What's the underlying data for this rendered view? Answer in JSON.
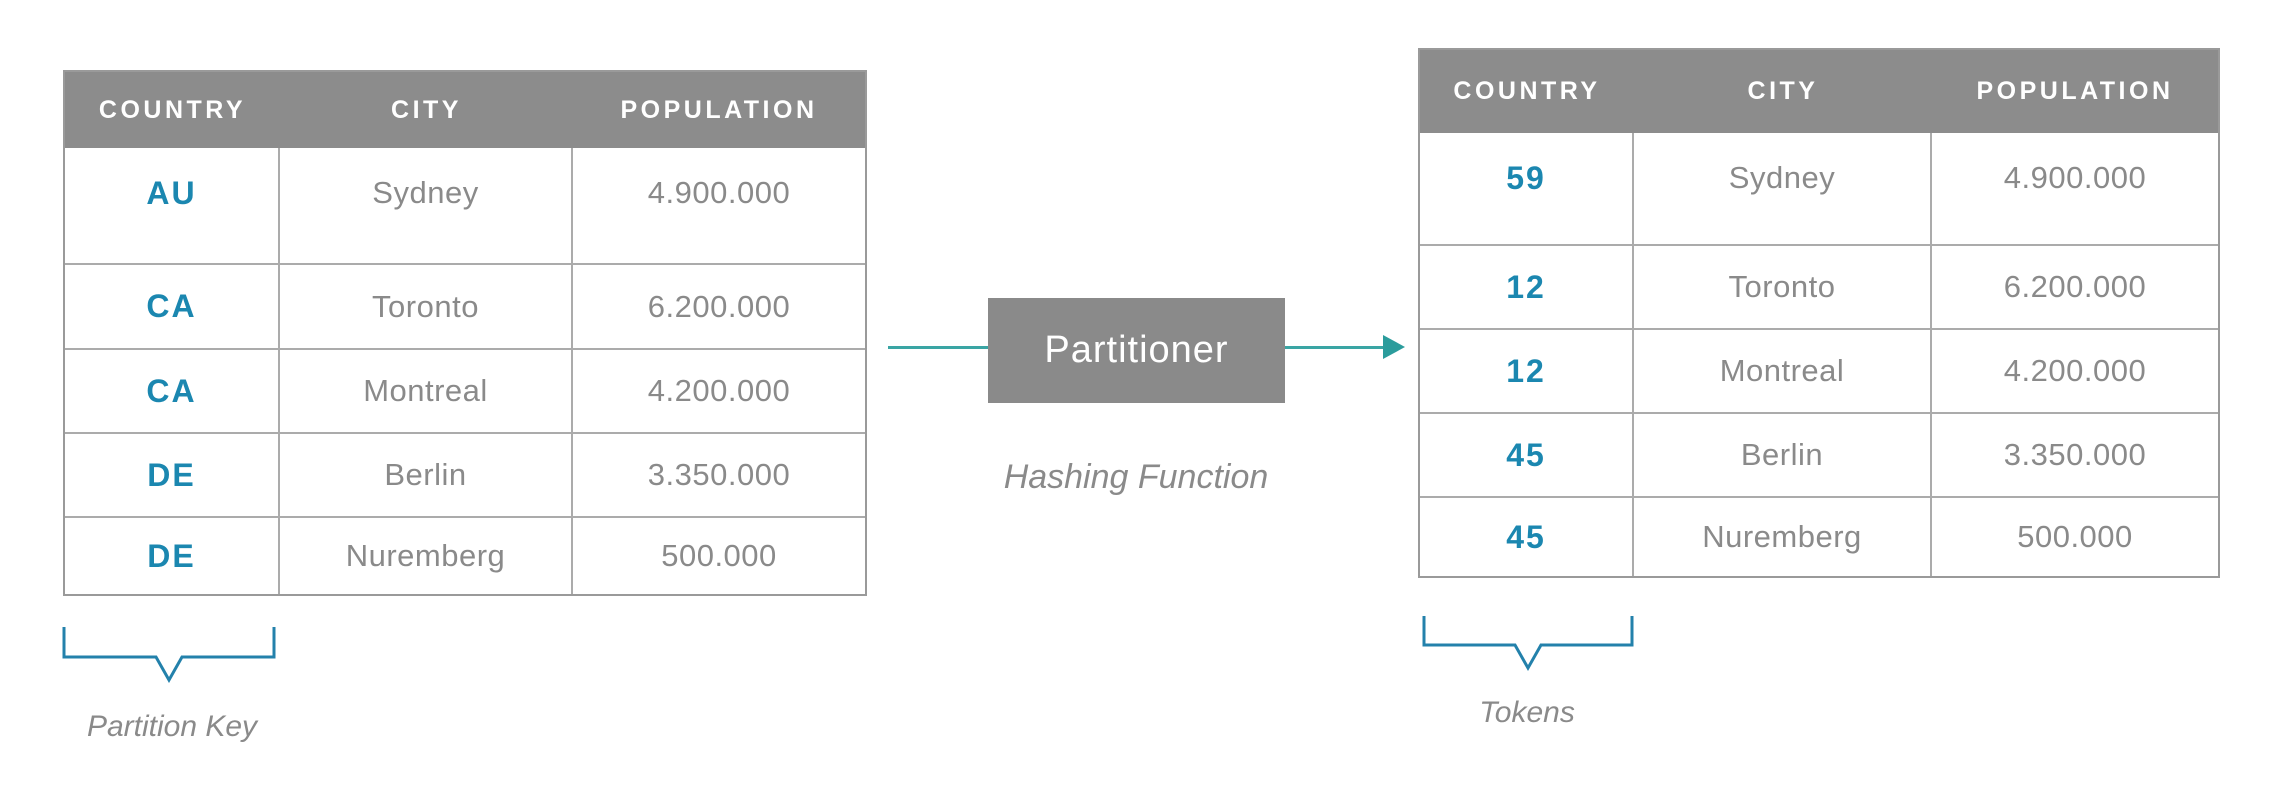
{
  "diagram": {
    "left_table": {
      "columns": [
        "COUNTRY",
        "CITY",
        "POPULATION"
      ],
      "rows": [
        [
          "AU",
          "Sydney",
          "4.900.000"
        ],
        [
          "CA",
          "Toronto",
          "6.200.000"
        ],
        [
          "CA",
          "Montreal",
          "4.200.000"
        ],
        [
          "DE",
          "Berlin",
          "3.350.000"
        ],
        [
          "DE",
          "Nuremberg",
          "500.000"
        ]
      ],
      "caption": "Partition Key"
    },
    "partitioner": {
      "label": "Partitioner",
      "sublabel": "Hashing Function"
    },
    "right_table": {
      "columns": [
        "COUNTRY",
        "CITY",
        "POPULATION"
      ],
      "rows": [
        [
          "59",
          "Sydney",
          "4.900.000"
        ],
        [
          "12",
          "Toronto",
          "6.200.000"
        ],
        [
          "12",
          "Montreal",
          "4.200.000"
        ],
        [
          "45",
          "Berlin",
          "3.350.000"
        ],
        [
          "45",
          "Nuremberg",
          "500.000"
        ]
      ],
      "caption": "Tokens"
    },
    "colors": {
      "accent_blue": "#1b87b0",
      "brace_blue": "#2381ab",
      "arrow_teal": "#3aa5a4",
      "header_gray": "#8c8c8c",
      "box_gray": "#8a8a8a",
      "text_gray": "#8a8a8a",
      "border_gray": "#9a9a9a"
    }
  }
}
